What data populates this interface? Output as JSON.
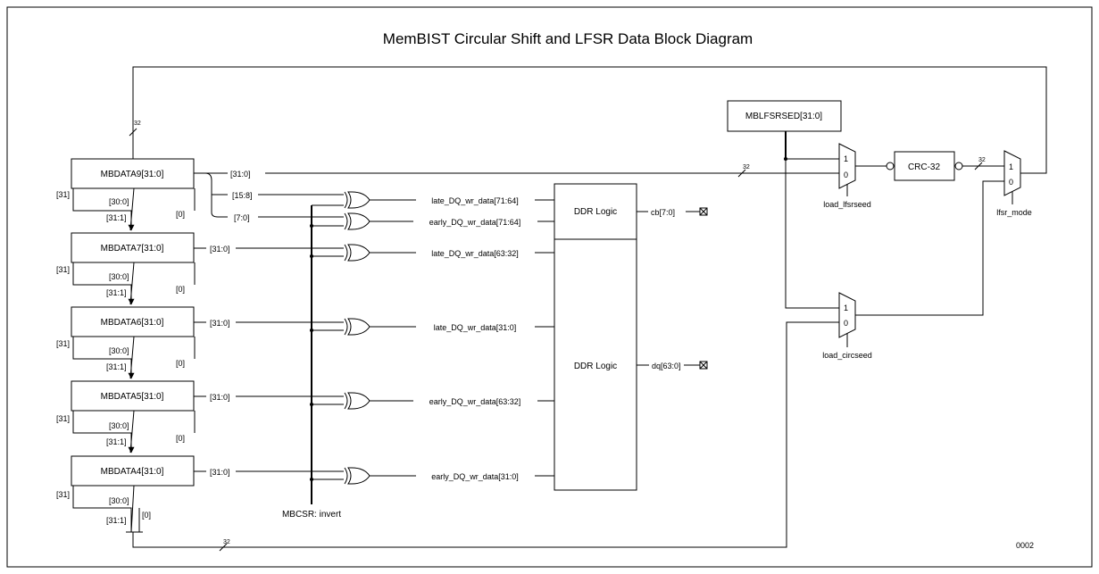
{
  "title": "MemBIST Circular Shift and LFSR Data Block Diagram",
  "figure_id": "0002",
  "registers": [
    {
      "label": "MBDATA9[31:0]",
      "out": "[31:0]",
      "msb": "[31]",
      "shift": "[30:0]",
      "down": "[31:1]",
      "lsb": "[0]"
    },
    {
      "label": "MBDATA7[31:0]",
      "out": "[31:0]",
      "msb": "[31]",
      "shift": "[30:0]",
      "down": "[31:1]",
      "lsb": "[0]"
    },
    {
      "label": "MBDATA6[31:0]",
      "out": "[31:0]",
      "msb": "[31]",
      "shift": "[30:0]",
      "down": "[31:1]",
      "lsb": "[0]"
    },
    {
      "label": "MBDATA5[31:0]",
      "out": "[31:0]",
      "msb": "[31]",
      "shift": "[30:0]",
      "down": "[31:1]",
      "lsb": "[0]"
    },
    {
      "label": "MBDATA4[31:0]",
      "out": "[31:0]",
      "msb": "[31]",
      "shift": "[30:0]",
      "down": "[31:1]",
      "lsb": "[0]"
    }
  ],
  "split_labels": {
    "hi": "[15:8]",
    "lo": "[7:0]"
  },
  "xor_outputs": [
    "late_DQ_wr_data[71:64]",
    "early_DQ_wr_data[71:64]",
    "late_DQ_wr_data[63:32]",
    "late_DQ_wr_data[31:0]",
    "early_DQ_wr_data[63:32]",
    "early_DQ_wr_data[31:0]"
  ],
  "invert_label": "MBCSR: invert",
  "ddr_logic_top": "DDR Logic",
  "ddr_logic_bottom": "DDR Logic",
  "cb_label": "cb[7:0]",
  "dq_label": "dq[63:0]",
  "lfsr_seed_reg": "MBLFSRSED[31:0]",
  "crc_label": "CRC-32",
  "mux_inputs": {
    "one": "1",
    "zero": "0"
  },
  "load_lfsrseed": "load_lfsrseed",
  "load_circseed": "load_circseed",
  "lfsr_mode": "lfsr_mode",
  "bus_width": "32"
}
